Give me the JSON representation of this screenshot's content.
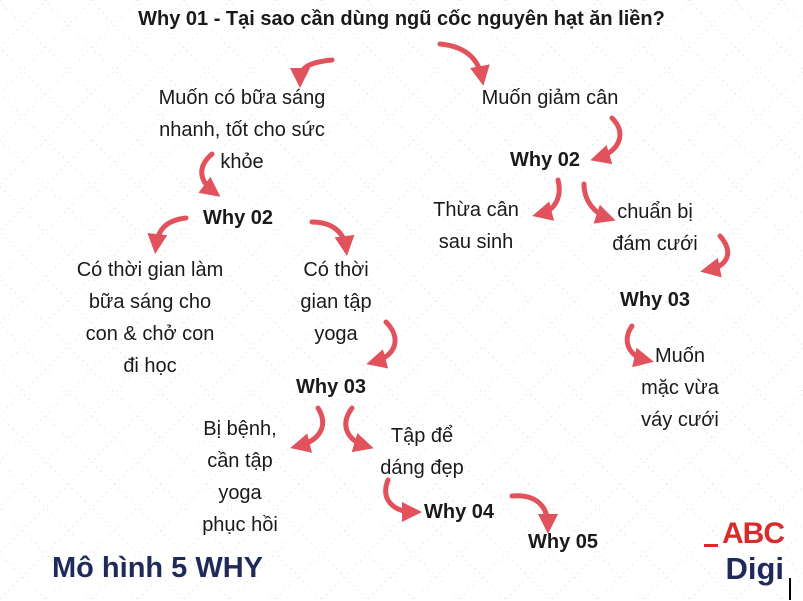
{
  "title": "Why 01 - Tại sao cần dùng ngũ cốc nguyên hạt ăn liền?",
  "nodes": {
    "muon_bua_sang": [
      "Muốn có bữa sáng",
      "nhanh, tốt cho sức",
      "khỏe"
    ],
    "muon_giam_can": [
      "Muốn giảm cân"
    ],
    "co_thoi_gian_lam": [
      "Có thời gian làm",
      "bữa sáng cho",
      "con & chở con",
      "đi học"
    ],
    "co_thoi_gian_yoga": [
      "Có thời",
      "gian tập",
      "yoga"
    ],
    "thua_can": [
      "Thừa cân",
      "sau sinh"
    ],
    "chuan_bi": [
      "chuẩn bị",
      "đám cưới"
    ],
    "muon_mac": [
      "Muốn",
      "mặc vừa",
      "váy cưới"
    ],
    "bi_benh": [
      "Bị bệnh,",
      "cần tập",
      "yoga",
      "phục hồi"
    ],
    "tap_de": [
      "Tập để",
      "dáng đẹp"
    ]
  },
  "why_labels": {
    "why02_left": "Why 02",
    "why02_right": "Why 02",
    "why03_mid": "Why 03",
    "why03_right": "Why 03",
    "why04": "Why 04",
    "why05": "Why 05"
  },
  "footer": {
    "model_title": "Mô hình 5 WHY",
    "logo_top": "ABC",
    "logo_bottom": "Digi"
  },
  "colors": {
    "arrow": "#e2525c",
    "text": "#1a1a1a",
    "navy": "#1f2a5a",
    "brand_red": "#d82b2b",
    "dots": "#dcdcdc"
  }
}
